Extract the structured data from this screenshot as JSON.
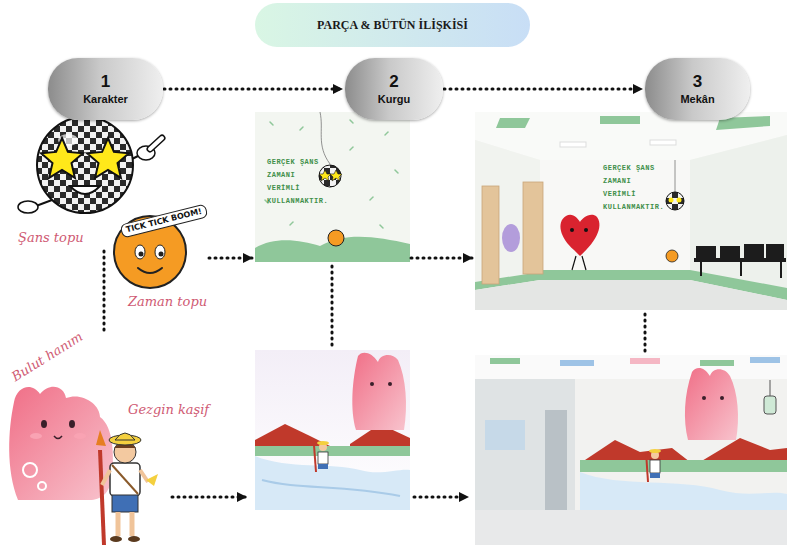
{
  "diagram": {
    "title": "PARÇA & BÜTÜN İLİŞKİSİ",
    "nodes": [
      {
        "text": [
          "1",
          "Karakter"
        ]
      },
      {
        "text": [
          "2",
          "Kurgu"
        ]
      },
      {
        "text": [
          "3",
          "Mekân"
        ]
      },
      {
        "text": [
          "Şans topu"
        ]
      },
      {
        "text": [
          "TICK TICK BOOM!",
          "Zaman topu"
        ]
      },
      {
        "text": [
          "Bulut hanım"
        ]
      },
      {
        "text": [
          "Gezgin kaşif"
        ]
      },
      {
        "text": [
          "GERÇEK ŞANS ZAMANI VERİMLİ KULLANMAKTIR."
        ]
      },
      {
        "text": [
          "GERÇEK ŞANS ZAMANI VERİMLİ KULLANMAKTIR."
        ]
      }
    ],
    "edges": [
      {
        "from": 0,
        "to": 1,
        "arrow": "to"
      },
      {
        "from": 1,
        "to": 2,
        "arrow": "to"
      },
      {
        "from": 4,
        "to": 7,
        "arrow": "to"
      },
      {
        "from": 7,
        "to": 8,
        "arrow": "to"
      },
      {
        "from": 3,
        "to": 5,
        "arrow": "none"
      }
    ]
  }
}
